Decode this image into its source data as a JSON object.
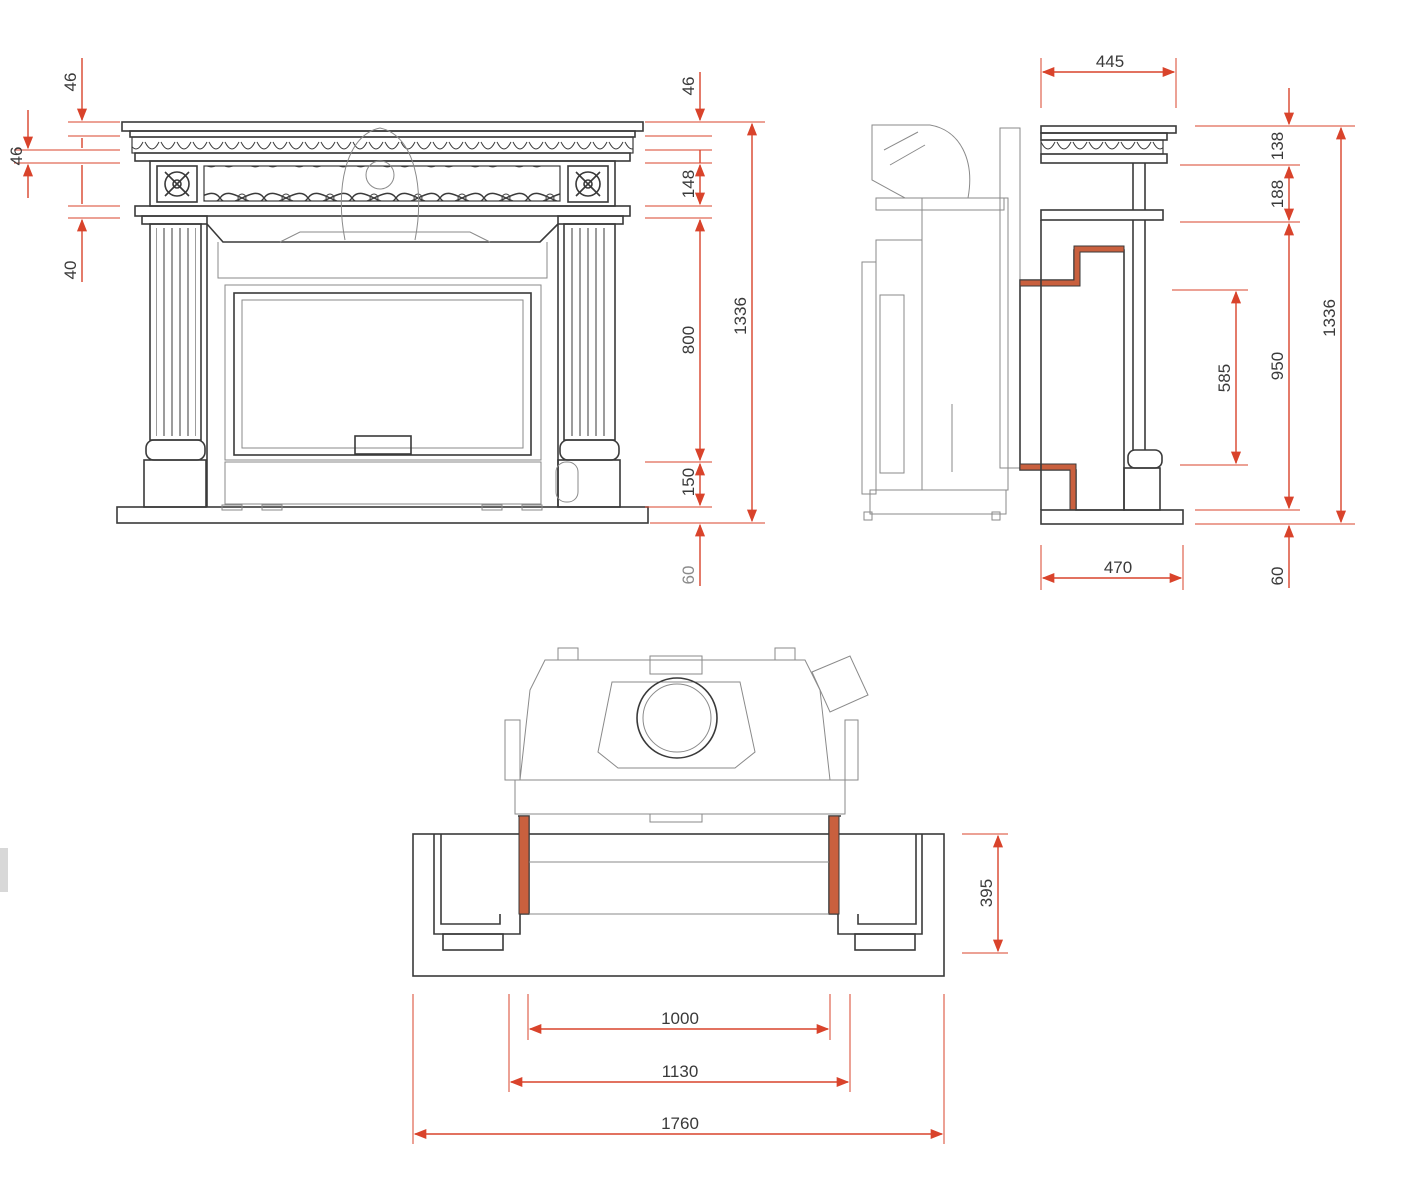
{
  "front_view": {
    "dims": {
      "top_cornice": "46",
      "left_mid": "46",
      "right_frieze": "148",
      "left_lower": "40",
      "right_top": "46",
      "opening_height": "800",
      "base_height": "150",
      "total_height": "1336",
      "floor": "60"
    }
  },
  "side_view": {
    "dims": {
      "top_depth": "445",
      "bottom_depth": "470",
      "cornice": "138",
      "frieze": "188",
      "inner_height": "585",
      "body_height": "950",
      "total_height": "1336",
      "floor": "60"
    }
  },
  "plan_view": {
    "dims": {
      "depth": "395",
      "opening_width": "1000",
      "insert_width": "1130",
      "total_width": "1760"
    }
  },
  "colors": {
    "dimension": "#d9432b",
    "line": "#3a3a3a",
    "insert_line": "#8a8a8a"
  }
}
